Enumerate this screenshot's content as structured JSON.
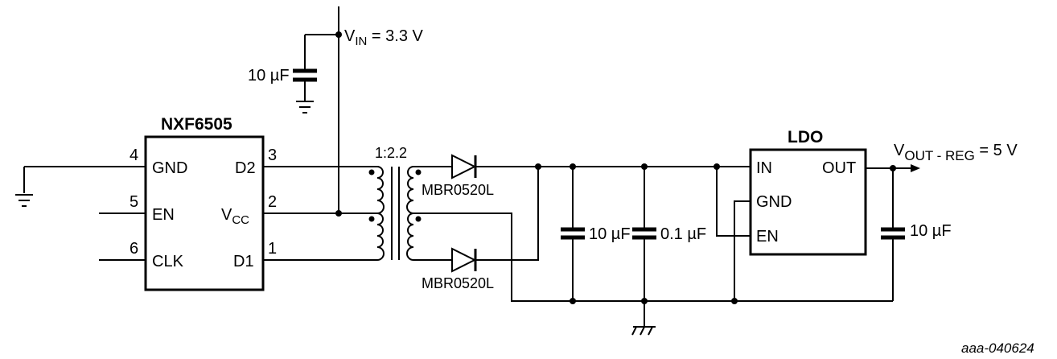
{
  "vin": {
    "main": "V",
    "sub": "IN",
    "value": " = 3.3 V"
  },
  "vout": {
    "main": "V",
    "sub": "OUT - REG",
    "value": " = 5 V"
  },
  "input_cap": "10 µF",
  "nxf": {
    "name": "NXF6505",
    "pins": {
      "gnd": {
        "num": "4",
        "label": "GND"
      },
      "en": {
        "num": "5",
        "label": "EN"
      },
      "clk": {
        "num": "6",
        "label": "CLK"
      },
      "d2": {
        "num": "3",
        "label": "D2"
      },
      "vcc": {
        "num": "2",
        "main": "V",
        "sub": "CC"
      },
      "d1": {
        "num": "1",
        "label": "D1"
      }
    }
  },
  "transformer_ratio": "1:2.2",
  "diode_top": "MBR0520L",
  "diode_bottom": "MBR0520L",
  "cap_out1": "10 µF",
  "cap_out2": "0.1 µF",
  "ldo": {
    "name": "LDO",
    "in": "IN",
    "gnd": "GND",
    "en": "EN",
    "out": "OUT"
  },
  "cap_ldo_out": "10 µF",
  "footer_id": "aaa-040624"
}
